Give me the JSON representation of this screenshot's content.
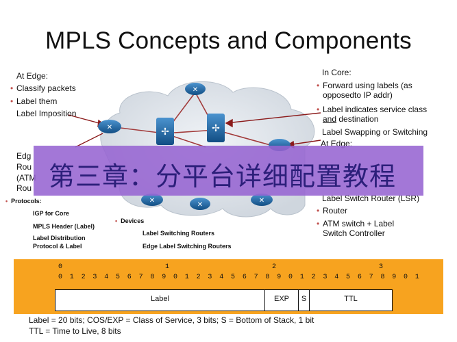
{
  "title": "MPLS Concepts and Components",
  "edge": {
    "heading": "At Edge:",
    "bullets": [
      "Classify packets",
      "Label them"
    ],
    "sub": "Label Imposition"
  },
  "edge_partial": {
    "line1": "Edg",
    "line2": "Rou",
    "line3": "(ATM",
    "line4": "Rou"
  },
  "core": {
    "heading": "In Core:",
    "bullet1_line1": "Forward using labels (as",
    "bullet1_line2": "opposedto IP addr)",
    "bullet2_line1": "Label indicates service class",
    "bullet2_line2_a": "and",
    "bullet2_line2_b": " destination",
    "sub": "Label Swapping or Switching",
    "at_edge": "At Edge:"
  },
  "lsr": {
    "heading": "Label Switch Router (LSR)",
    "bullets": [
      "Router"
    ],
    "bullet2_line1": "ATM switch + Label",
    "bullet2_line2": "Switch Controller"
  },
  "protocols": {
    "heading": "Protocols:",
    "items": [
      "IGP for Core",
      "MPLS Header (Label)"
    ],
    "item3_line1": "Label Distribution",
    "item3_line2": "Protocol & Label"
  },
  "devices": {
    "heading": "Devices",
    "items": [
      "Label Switching Routers",
      "Edge Label Switching Routers"
    ]
  },
  "banner": "第三章：分平台详细配置教程",
  "header_format": {
    "tens": [
      "0",
      "1",
      "2",
      "3"
    ],
    "ones": "0 1 2 3 4 5 6 7 8 9 0 1 2 3 4 5 6 7 8 9 0 1 2 3 4 5 6 7 8 9 0 1",
    "fields": [
      "Label",
      "EXP",
      "S",
      "TTL"
    ]
  },
  "note": {
    "line1": "Label = 20 bits; COS/EXP = Class of Service, 3 bits; S = Bottom of Stack, 1 bit",
    "line2": "TTL = Time  to Live, 8 bits"
  },
  "colors": {
    "accent": "#c0504d",
    "banner": "#9664d2",
    "orange": "#f7a31f",
    "cloud": "#dde3ea",
    "router": "#1e6aa8"
  }
}
